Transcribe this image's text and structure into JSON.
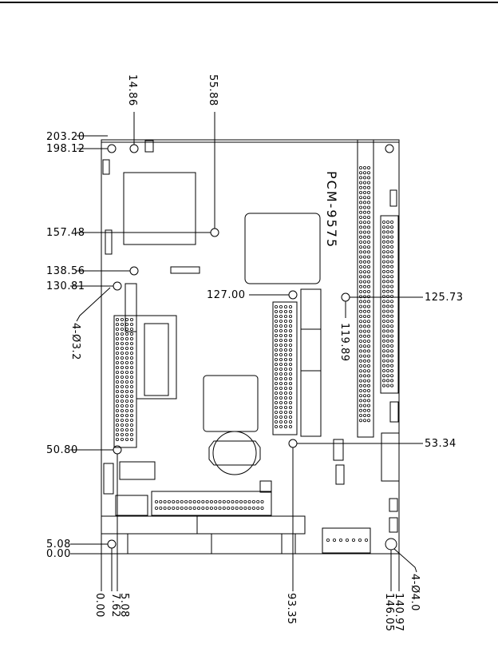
{
  "diagram": {
    "board_label": "PCM-9575",
    "hole_note_small": "4-Ø3.2",
    "hole_note_large": "4-Ø4.0",
    "left_dims": [
      "203.20",
      "198.12",
      "157.48",
      "138.56",
      "130.81",
      "50.80",
      "5.08",
      "0.00"
    ],
    "center_dim": "127.00",
    "right_dims": [
      "125.73",
      "53.34"
    ],
    "top_dims": [
      "14.86",
      "55.88"
    ],
    "mid_dim": "119.89",
    "bottom_dims": [
      "7.62",
      "5.08",
      "0.00",
      "93.35",
      "146.05",
      "140.97"
    ]
  }
}
